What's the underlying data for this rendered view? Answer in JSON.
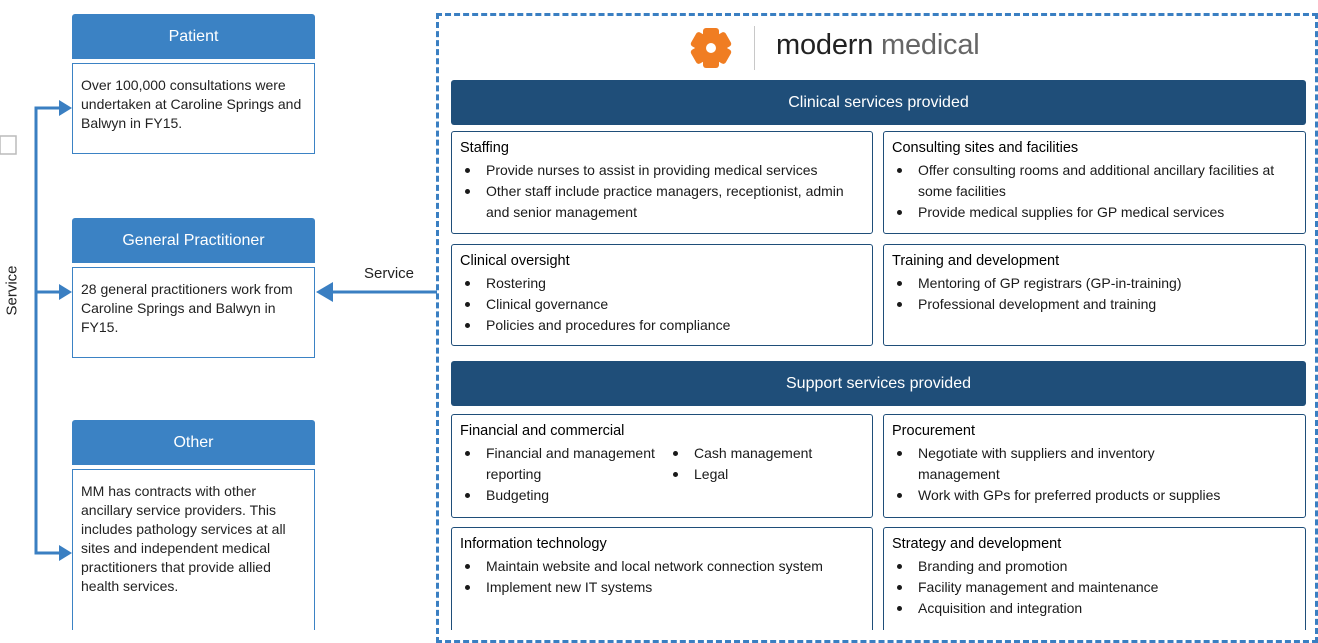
{
  "left": {
    "patient": {
      "title": "Patient",
      "text": "Over 100,000 consultations were undertaken at Caroline Springs and Balwyn in FY15."
    },
    "gp": {
      "title": "General Practitioner",
      "text": "28 general practitioners work from Caroline Springs and Balwyn in FY15."
    },
    "other": {
      "title": "Other",
      "text": "MM has contracts with other ancillary service providers. This includes pathology services at all sites and independent medical practitioners  that provide allied health services."
    },
    "vertical_label": "Service",
    "arrow_label": "Service"
  },
  "logo": {
    "bold": "modern",
    "light": "medical"
  },
  "clinical": {
    "header": "Clinical services provided",
    "cards": [
      {
        "title": "Staffing",
        "items": [
          "Provide nurses to assist in providing medical services",
          "Other staff include practice managers, receptionist, admin and senior management"
        ]
      },
      {
        "title": "Consulting sites and facilities",
        "items": [
          "Offer consulting rooms and additional ancillary facilities at some facilities",
          "Provide medical supplies for GP medical services"
        ]
      },
      {
        "title": "Clinical oversight",
        "items": [
          "Rostering",
          "Clinical governance",
          "Policies and procedures for compliance"
        ]
      },
      {
        "title": "Training and development",
        "items": [
          "Mentoring of GP registrars (GP-in-training)",
          "Professional development and training"
        ]
      }
    ]
  },
  "support": {
    "header": "Support services provided",
    "cards": [
      {
        "title": "Financial and commercial",
        "items_col1": [
          "Financial and management reporting",
          "Budgeting"
        ],
        "items_col2": [
          "Cash management",
          "Legal"
        ]
      },
      {
        "title": "Procurement",
        "items": [
          "Negotiate with suppliers and inventory management",
          "Work with GPs for preferred products or supplies"
        ]
      },
      {
        "title": "Information technology",
        "items": [
          "Maintain website and local network connection system",
          "Implement new IT systems"
        ]
      },
      {
        "title": "Strategy and development",
        "items": [
          "Branding and promotion",
          "Facility management and maintenance",
          "Acquisition and integration"
        ]
      }
    ]
  },
  "colors": {
    "left_header": "#3b82c4",
    "navy_header": "#1f4e79",
    "arrow": "#3a7fc2",
    "logo_orange": "#f07d22"
  }
}
